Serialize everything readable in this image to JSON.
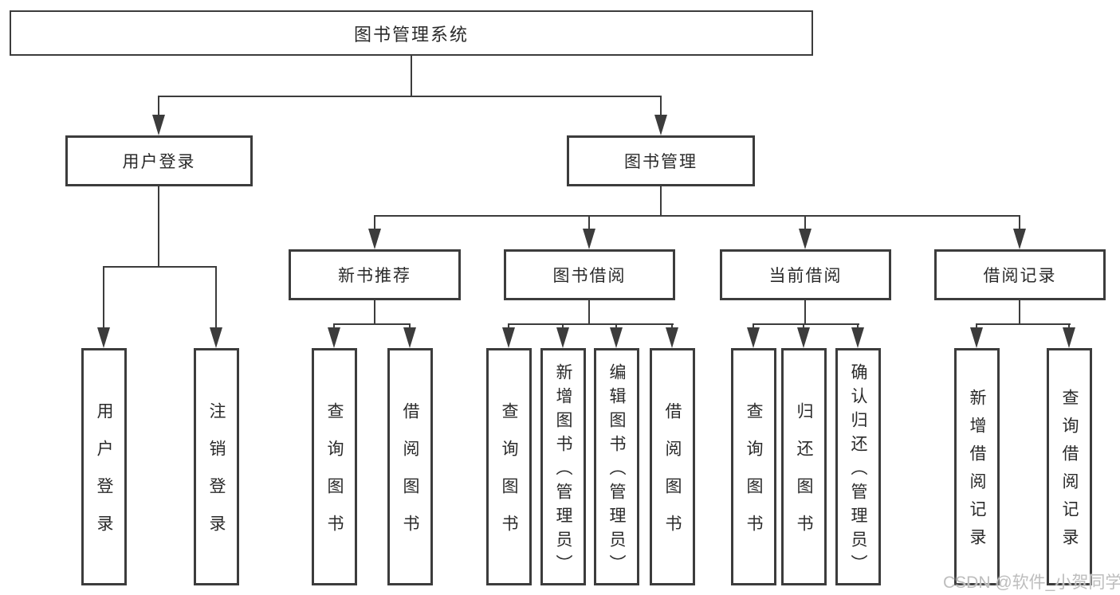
{
  "diagram": {
    "root": {
      "label": "图书管理系统"
    },
    "user_login": {
      "label": "用户登录",
      "children": [
        {
          "label": "用户登录"
        },
        {
          "label": "注销登录"
        }
      ]
    },
    "book_mgmt": {
      "label": "图书管理",
      "groups": [
        {
          "label": "新书推荐",
          "children": [
            {
              "label": "查询图书"
            },
            {
              "label": "借阅图书"
            }
          ]
        },
        {
          "label": "图书借阅",
          "children": [
            {
              "label": "查询图书"
            },
            {
              "label": "新增图书（管理员）"
            },
            {
              "label": "编辑图书（管理员）"
            },
            {
              "label": "借阅图书"
            }
          ]
        },
        {
          "label": "当前借阅",
          "children": [
            {
              "label": "查询图书"
            },
            {
              "label": "归还图书"
            },
            {
              "label": "确认归还（管理员）"
            }
          ]
        },
        {
          "label": "借阅记录",
          "children": [
            {
              "label": "新增借阅记录"
            },
            {
              "label": "查询借阅记录"
            }
          ]
        }
      ]
    }
  },
  "watermark": {
    "text": "CSDN @软件_小贺同学"
  },
  "colors": {
    "line": "#3c3c3c",
    "text": "#2a2a2a",
    "wm": "#bdbdbd"
  }
}
